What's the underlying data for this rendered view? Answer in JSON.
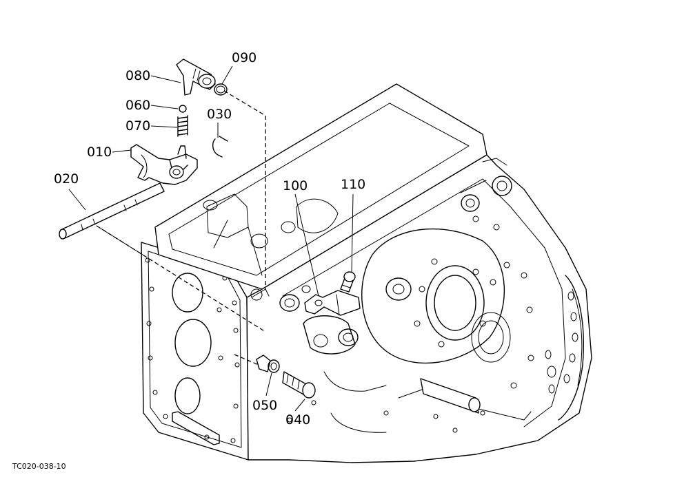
{
  "diagram": {
    "callouts": [
      {
        "id": "080",
        "label": "080"
      },
      {
        "id": "090",
        "label": "090"
      },
      {
        "id": "060",
        "label": "060"
      },
      {
        "id": "070",
        "label": "070"
      },
      {
        "id": "030",
        "label": "030"
      },
      {
        "id": "010",
        "label": "010"
      },
      {
        "id": "020",
        "label": "020"
      },
      {
        "id": "100",
        "label": "100"
      },
      {
        "id": "110",
        "label": "110"
      },
      {
        "id": "050",
        "label": "050"
      },
      {
        "id": "040",
        "label": "040"
      }
    ],
    "drawing_number": "TC020-038-10"
  }
}
